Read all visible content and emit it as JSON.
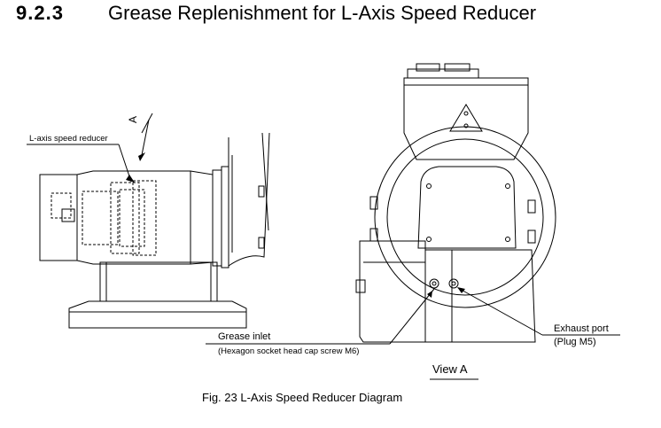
{
  "heading": {
    "number": "9.2.3",
    "title": "Grease Replenishment for L-Axis Speed Reducer"
  },
  "labels": {
    "l_axis_reducer": "L-axis speed reducer",
    "arrow_a": "A",
    "grease_inlet": "Grease inlet",
    "grease_inlet_note": "(Hexagon socket head cap screw M6)",
    "exhaust_port": "Exhaust port",
    "exhaust_port_note": "(Plug M5)",
    "view_a": "View A"
  },
  "caption": "Fig. 23  L-Axis Speed Reducer Diagram"
}
